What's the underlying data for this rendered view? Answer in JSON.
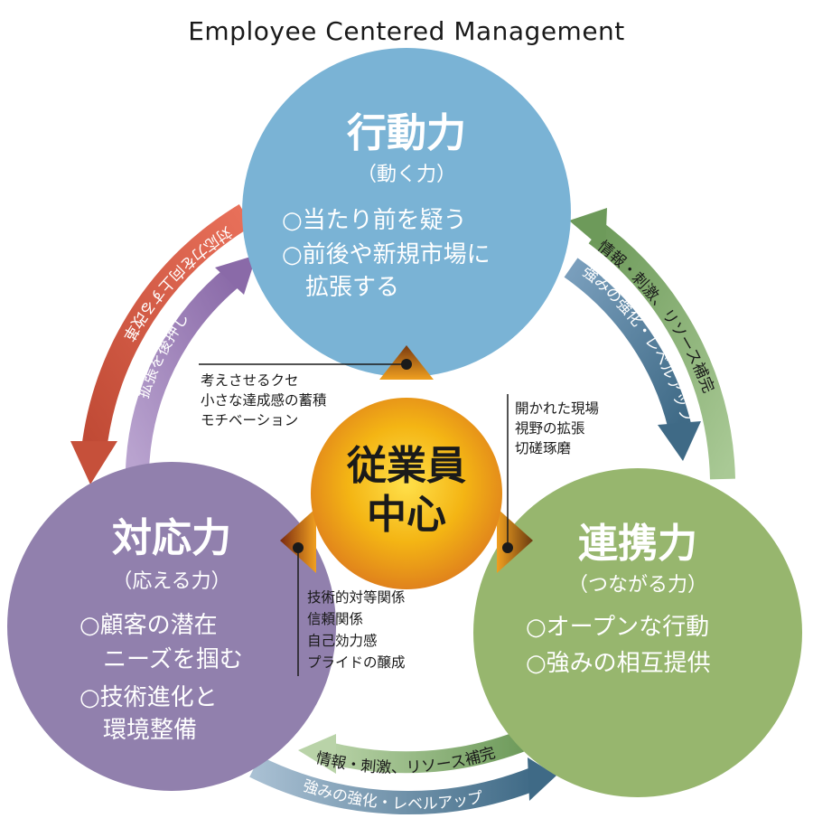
{
  "title": "Employee Centered Management",
  "center": {
    "line1": "従業員",
    "line2": "中心"
  },
  "circles": {
    "action": {
      "title": "行動力",
      "subtitle": "（動く力）",
      "items": [
        "○当たり前を疑う",
        "○前後や新規市場に",
        "　拡張する"
      ],
      "color": "#7ab3d5"
    },
    "response": {
      "title": "対応力",
      "subtitle": "（応える力）",
      "items": [
        "○顧客の潜在",
        "　ニーズを掴む",
        "○技術進化と",
        "　環境整備"
      ],
      "color": "#9180ad"
    },
    "collaboration": {
      "title": "連携力",
      "subtitle": "（つながる力）",
      "items": [
        "○オープンな行動",
        "○強みの相互提供"
      ],
      "color": "#97b66e"
    }
  },
  "notes": {
    "action": [
      "考えさせるクセ",
      "小さな達成感の蓄積",
      "モチベーション"
    ],
    "collaboration": [
      "開かれた現場",
      "視野の拡張",
      "切磋琢磨"
    ],
    "response": [
      "技術的対等関係",
      "信頼関係",
      "自己効力感",
      "プライドの醸成"
    ]
  },
  "arrows": {
    "left_outer": "対応力を向上する改革",
    "left_inner": "拡張を後押し",
    "right_outer": "情報・刺激、リソース補完",
    "right_inner": "強みの強化・レベルアップ",
    "bottom_inner": "情報・刺激、リソース補完",
    "bottom_outer": "強みの強化・レベルアップ"
  },
  "colors": {
    "red_arrow": "#d0634a",
    "purple_arrow": "#9a7fb4",
    "green_arrow": "#7aa56a",
    "blue_arrow": "#5f86a3",
    "center_gold": "#f0b400",
    "center_orange": "#e07a1a"
  }
}
